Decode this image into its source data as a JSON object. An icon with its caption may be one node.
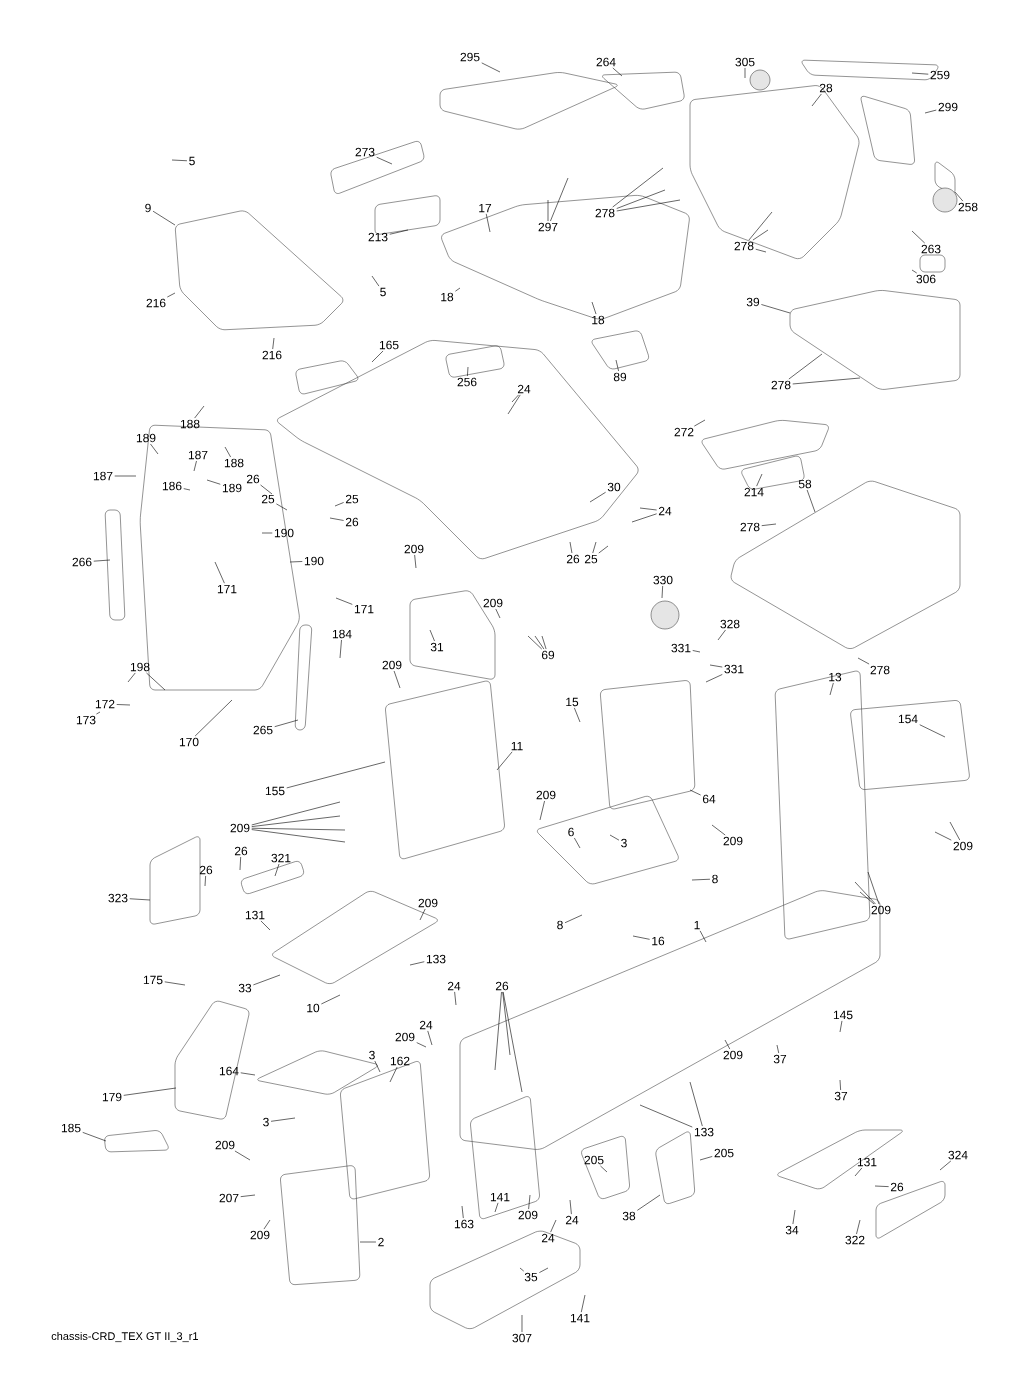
{
  "diagram": {
    "caption": "chassis-CRD_TEX GT II_3_r1",
    "nodes": [
      {
        "text": [
          "305"
        ]
      },
      {
        "text": [
          "259"
        ]
      },
      {
        "text": [
          "264"
        ]
      },
      {
        "text": [
          "295"
        ]
      },
      {
        "text": [
          "28"
        ]
      },
      {
        "text": [
          "299"
        ]
      },
      {
        "text": [
          "273"
        ]
      },
      {
        "text": [
          "278"
        ]
      },
      {
        "text": [
          "297"
        ]
      },
      {
        "text": [
          "5"
        ]
      },
      {
        "text": [
          "9"
        ]
      },
      {
        "text": [
          "17"
        ]
      },
      {
        "text": [
          "213"
        ]
      },
      {
        "text": [
          "258"
        ]
      },
      {
        "text": [
          "263"
        ]
      },
      {
        "text": [
          "306"
        ]
      },
      {
        "text": [
          "278"
        ]
      },
      {
        "text": [
          "216"
        ]
      },
      {
        "text": [
          "5"
        ]
      },
      {
        "text": [
          "18"
        ]
      },
      {
        "text": [
          "39"
        ]
      },
      {
        "text": [
          "216"
        ]
      },
      {
        "text": [
          "165"
        ]
      },
      {
        "text": [
          "256"
        ]
      },
      {
        "text": [
          "24"
        ]
      },
      {
        "text": [
          "18"
        ]
      },
      {
        "text": [
          "278"
        ]
      },
      {
        "text": [
          "89"
        ]
      },
      {
        "text": [
          "272"
        ]
      },
      {
        "text": [
          "214"
        ]
      },
      {
        "text": [
          "58"
        ]
      },
      {
        "text": [
          "30"
        ]
      },
      {
        "text": [
          "24"
        ]
      },
      {
        "text": [
          "189"
        ]
      },
      {
        "text": [
          "188"
        ]
      },
      {
        "text": [
          "187"
        ]
      },
      {
        "text": [
          "186"
        ]
      },
      {
        "text": [
          "187"
        ]
      },
      {
        "text": [
          "188"
        ]
      },
      {
        "text": [
          "189"
        ]
      },
      {
        "text": [
          "26"
        ]
      },
      {
        "text": [
          "25"
        ]
      },
      {
        "text": [
          "25"
        ]
      },
      {
        "text": [
          "26"
        ]
      },
      {
        "text": [
          "190"
        ]
      },
      {
        "text": [
          "190"
        ]
      },
      {
        "text": [
          "266"
        ]
      },
      {
        "text": [
          "171"
        ]
      },
      {
        "text": [
          "171"
        ]
      },
      {
        "text": [
          "209"
        ]
      },
      {
        "text": [
          "26"
        ]
      },
      {
        "text": [
          "25"
        ]
      },
      {
        "text": [
          "209"
        ]
      },
      {
        "text": [
          "31"
        ]
      },
      {
        "text": [
          "69"
        ]
      },
      {
        "text": [
          "330"
        ]
      },
      {
        "text": [
          "278"
        ]
      },
      {
        "text": [
          "278"
        ]
      },
      {
        "text": [
          "328"
        ]
      },
      {
        "text": [
          "331"
        ]
      },
      {
        "text": [
          "331"
        ]
      },
      {
        "text": [
          "184"
        ]
      },
      {
        "text": [
          "198"
        ]
      },
      {
        "text": [
          "173"
        ]
      },
      {
        "text": [
          "172"
        ]
      },
      {
        "text": [
          "170"
        ]
      },
      {
        "text": [
          "265"
        ]
      },
      {
        "text": [
          "209"
        ]
      },
      {
        "text": [
          "155"
        ]
      },
      {
        "text": [
          "11"
        ]
      },
      {
        "text": [
          "209"
        ]
      },
      {
        "text": [
          "15"
        ]
      },
      {
        "text": [
          "64"
        ]
      },
      {
        "text": [
          "13"
        ]
      },
      {
        "text": [
          "154"
        ]
      },
      {
        "text": [
          "209"
        ]
      },
      {
        "text": [
          "209"
        ]
      },
      {
        "text": [
          "6"
        ]
      },
      {
        "text": [
          "3"
        ]
      },
      {
        "text": [
          "209"
        ]
      },
      {
        "text": [
          "209"
        ]
      },
      {
        "text": [
          "8"
        ]
      },
      {
        "text": [
          "8"
        ]
      },
      {
        "text": [
          "16"
        ]
      },
      {
        "text": [
          "1"
        ]
      },
      {
        "text": [
          "26"
        ]
      },
      {
        "text": [
          "26"
        ]
      },
      {
        "text": [
          "321"
        ]
      },
      {
        "text": [
          "323"
        ]
      },
      {
        "text": [
          "209"
        ]
      },
      {
        "text": [
          "131"
        ]
      },
      {
        "text": [
          "133"
        ]
      },
      {
        "text": [
          "33"
        ]
      },
      {
        "text": [
          "10"
        ]
      },
      {
        "text": [
          "175"
        ]
      },
      {
        "text": [
          "3"
        ]
      },
      {
        "text": [
          "162"
        ]
      },
      {
        "text": [
          "164"
        ]
      },
      {
        "text": [
          "209"
        ]
      },
      {
        "text": [
          "24"
        ]
      },
      {
        "text": [
          "24"
        ]
      },
      {
        "text": [
          "26"
        ]
      },
      {
        "text": [
          "179"
        ]
      },
      {
        "text": [
          "185"
        ]
      },
      {
        "text": [
          "3"
        ]
      },
      {
        "text": [
          "145"
        ]
      },
      {
        "text": [
          "37"
        ]
      },
      {
        "text": [
          "37"
        ]
      },
      {
        "text": [
          "209"
        ]
      },
      {
        "text": [
          "133"
        ]
      },
      {
        "text": [
          "205"
        ]
      },
      {
        "text": [
          "205"
        ]
      },
      {
        "text": [
          "38"
        ]
      },
      {
        "text": [
          "34"
        ]
      },
      {
        "text": [
          "131"
        ]
      },
      {
        "text": [
          "26"
        ]
      },
      {
        "text": [
          "324"
        ]
      },
      {
        "text": [
          "322"
        ]
      },
      {
        "text": [
          "209"
        ]
      },
      {
        "text": [
          "207"
        ]
      },
      {
        "text": [
          "209"
        ]
      },
      {
        "text": [
          "2"
        ]
      },
      {
        "text": [
          "163"
        ]
      },
      {
        "text": [
          "141"
        ]
      },
      {
        "text": [
          "209"
        ]
      },
      {
        "text": [
          "24"
        ]
      },
      {
        "text": [
          "24"
        ]
      },
      {
        "text": [
          "35"
        ]
      },
      {
        "text": [
          "307"
        ]
      },
      {
        "text": [
          "141"
        ]
      }
    ],
    "edges": [
      {
        "from": 0,
        "to": null,
        "arrow": "none"
      },
      {
        "from": 1,
        "to": null,
        "arrow": "none"
      },
      {
        "from": 2,
        "to": null,
        "arrow": "none"
      },
      {
        "from": 3,
        "to": null,
        "arrow": "none"
      },
      {
        "from": 4,
        "to": null,
        "arrow": "none"
      },
      {
        "from": 5,
        "to": null,
        "arrow": "none"
      },
      {
        "from": 6,
        "to": null,
        "arrow": "none"
      },
      {
        "from": 7,
        "to": null,
        "arrow": "none"
      },
      {
        "from": 7,
        "to": null,
        "arrow": "none"
      },
      {
        "from": 7,
        "to": null,
        "arrow": "none"
      },
      {
        "from": 8,
        "to": null,
        "arrow": "none"
      },
      {
        "from": 8,
        "to": null,
        "arrow": "none"
      },
      {
        "from": 9,
        "to": null,
        "arrow": "none"
      },
      {
        "from": 10,
        "to": null,
        "arrow": "none"
      },
      {
        "from": 11,
        "to": null,
        "arrow": "none"
      },
      {
        "from": 12,
        "to": null,
        "arrow": "none"
      },
      {
        "from": 13,
        "to": null,
        "arrow": "none"
      },
      {
        "from": 14,
        "to": null,
        "arrow": "none"
      },
      {
        "from": 15,
        "to": null,
        "arrow": "none"
      },
      {
        "from": 16,
        "to": null,
        "arrow": "none"
      },
      {
        "from": 16,
        "to": null,
        "arrow": "none"
      },
      {
        "from": 16,
        "to": null,
        "arrow": "none"
      },
      {
        "from": 17,
        "to": null,
        "arrow": "none"
      },
      {
        "from": 18,
        "to": null,
        "arrow": "none"
      },
      {
        "from": 19,
        "to": null,
        "arrow": "none"
      },
      {
        "from": 20,
        "to": null,
        "arrow": "none"
      },
      {
        "from": 21,
        "to": null,
        "arrow": "none"
      },
      {
        "from": 22,
        "to": null,
        "arrow": "none"
      },
      {
        "from": 23,
        "to": null,
        "arrow": "none"
      },
      {
        "from": 24,
        "to": null,
        "arrow": "none"
      },
      {
        "from": 24,
        "to": null,
        "arrow": "none"
      },
      {
        "from": 25,
        "to": null,
        "arrow": "none"
      },
      {
        "from": 26,
        "to": null,
        "arrow": "none"
      },
      {
        "from": 26,
        "to": null,
        "arrow": "none"
      },
      {
        "from": 27,
        "to": null,
        "arrow": "none"
      },
      {
        "from": 28,
        "to": null,
        "arrow": "none"
      },
      {
        "from": 29,
        "to": null,
        "arrow": "none"
      },
      {
        "from": 30,
        "to": null,
        "arrow": "none"
      },
      {
        "from": 31,
        "to": null,
        "arrow": "none"
      },
      {
        "from": 32,
        "to": null,
        "arrow": "none"
      },
      {
        "from": 32,
        "to": null,
        "arrow": "none"
      },
      {
        "from": 33,
        "to": null,
        "arrow": "none"
      },
      {
        "from": 34,
        "to": null,
        "arrow": "none"
      },
      {
        "from": 35,
        "to": null,
        "arrow": "none"
      },
      {
        "from": 36,
        "to": null,
        "arrow": "none"
      },
      {
        "from": 37,
        "to": null,
        "arrow": "none"
      },
      {
        "from": 38,
        "to": null,
        "arrow": "none"
      },
      {
        "from": 39,
        "to": null,
        "arrow": "none"
      },
      {
        "from": 40,
        "to": null,
        "arrow": "none"
      },
      {
        "from": 41,
        "to": null,
        "arrow": "none"
      },
      {
        "from": 42,
        "to": null,
        "arrow": "none"
      },
      {
        "from": 43,
        "to": null,
        "arrow": "none"
      },
      {
        "from": 44,
        "to": null,
        "arrow": "none"
      },
      {
        "from": 45,
        "to": null,
        "arrow": "none"
      },
      {
        "from": 46,
        "to": null,
        "arrow": "none"
      },
      {
        "from": 47,
        "to": null,
        "arrow": "none"
      },
      {
        "from": 48,
        "to": null,
        "arrow": "none"
      },
      {
        "from": 49,
        "to": null,
        "arrow": "none"
      },
      {
        "from": 50,
        "to": null,
        "arrow": "none"
      },
      {
        "from": 51,
        "to": null,
        "arrow": "none"
      },
      {
        "from": 51,
        "to": null,
        "arrow": "none"
      },
      {
        "from": 52,
        "to": null,
        "arrow": "none"
      },
      {
        "from": 53,
        "to": null,
        "arrow": "none"
      },
      {
        "from": 54,
        "to": null,
        "arrow": "none"
      },
      {
        "from": 54,
        "to": null,
        "arrow": "none"
      },
      {
        "from": 54,
        "to": null,
        "arrow": "none"
      },
      {
        "from": 55,
        "to": null,
        "arrow": "none"
      },
      {
        "from": 56,
        "to": null,
        "arrow": "none"
      },
      {
        "from": 57,
        "to": null,
        "arrow": "none"
      },
      {
        "from": 58,
        "to": null,
        "arrow": "none"
      },
      {
        "from": 59,
        "to": null,
        "arrow": "none"
      },
      {
        "from": 60,
        "to": null,
        "arrow": "none"
      },
      {
        "from": 60,
        "to": null,
        "arrow": "none"
      },
      {
        "from": 61,
        "to": null,
        "arrow": "none"
      },
      {
        "from": 62,
        "to": null,
        "arrow": "none"
      },
      {
        "from": 62,
        "to": null,
        "arrow": "none"
      },
      {
        "from": 63,
        "to": null,
        "arrow": "none"
      },
      {
        "from": 64,
        "to": null,
        "arrow": "none"
      },
      {
        "from": 65,
        "to": null,
        "arrow": "none"
      },
      {
        "from": 66,
        "to": null,
        "arrow": "none"
      },
      {
        "from": 67,
        "to": null,
        "arrow": "none"
      },
      {
        "from": 68,
        "to": null,
        "arrow": "none"
      },
      {
        "from": 69,
        "to": null,
        "arrow": "none"
      },
      {
        "from": 70,
        "to": null,
        "arrow": "none"
      },
      {
        "from": 70,
        "to": null,
        "arrow": "none"
      },
      {
        "from": 70,
        "to": null,
        "arrow": "none"
      },
      {
        "from": 70,
        "to": null,
        "arrow": "none"
      },
      {
        "from": 71,
        "to": null,
        "arrow": "none"
      },
      {
        "from": 72,
        "to": null,
        "arrow": "none"
      },
      {
        "from": 73,
        "to": null,
        "arrow": "none"
      },
      {
        "from": 74,
        "to": null,
        "arrow": "none"
      },
      {
        "from": 75,
        "to": null,
        "arrow": "none"
      },
      {
        "from": 76,
        "to": null,
        "arrow": "none"
      },
      {
        "from": 77,
        "to": null,
        "arrow": "none"
      },
      {
        "from": 78,
        "to": null,
        "arrow": "none"
      },
      {
        "from": 79,
        "to": null,
        "arrow": "none"
      },
      {
        "from": 79,
        "to": null,
        "arrow": "none"
      },
      {
        "from": 80,
        "to": null,
        "arrow": "none"
      },
      {
        "from": 80,
        "to": null,
        "arrow": "none"
      },
      {
        "from": 80,
        "to": null,
        "arrow": "none"
      },
      {
        "from": 81,
        "to": null,
        "arrow": "none"
      },
      {
        "from": 82,
        "to": null,
        "arrow": "none"
      },
      {
        "from": 83,
        "to": null,
        "arrow": "none"
      },
      {
        "from": 84,
        "to": null,
        "arrow": "none"
      },
      {
        "from": 85,
        "to": null,
        "arrow": "none"
      },
      {
        "from": 86,
        "to": null,
        "arrow": "none"
      },
      {
        "from": 87,
        "to": null,
        "arrow": "none"
      },
      {
        "from": 88,
        "to": null,
        "arrow": "none"
      },
      {
        "from": 89,
        "to": null,
        "arrow": "none"
      },
      {
        "from": 90,
        "to": null,
        "arrow": "none"
      },
      {
        "from": 91,
        "to": null,
        "arrow": "none"
      },
      {
        "from": 92,
        "to": null,
        "arrow": "none"
      },
      {
        "from": 93,
        "to": null,
        "arrow": "none"
      },
      {
        "from": 94,
        "to": null,
        "arrow": "none"
      },
      {
        "from": 95,
        "to": null,
        "arrow": "none"
      },
      {
        "from": 96,
        "to": null,
        "arrow": "none"
      },
      {
        "from": 97,
        "to": null,
        "arrow": "none"
      },
      {
        "from": 98,
        "to": null,
        "arrow": "none"
      },
      {
        "from": 99,
        "to": null,
        "arrow": "none"
      },
      {
        "from": 100,
        "to": null,
        "arrow": "none"
      },
      {
        "from": 101,
        "to": null,
        "arrow": "none"
      },
      {
        "from": 101,
        "to": null,
        "arrow": "none"
      },
      {
        "from": 101,
        "to": null,
        "arrow": "none"
      },
      {
        "from": 102,
        "to": null,
        "arrow": "none"
      },
      {
        "from": 103,
        "to": null,
        "arrow": "none"
      },
      {
        "from": 104,
        "to": null,
        "arrow": "none"
      },
      {
        "from": 105,
        "to": null,
        "arrow": "none"
      },
      {
        "from": 106,
        "to": null,
        "arrow": "none"
      },
      {
        "from": 107,
        "to": null,
        "arrow": "none"
      },
      {
        "from": 108,
        "to": null,
        "arrow": "none"
      },
      {
        "from": 109,
        "to": null,
        "arrow": "none"
      },
      {
        "from": 109,
        "to": null,
        "arrow": "none"
      },
      {
        "from": 110,
        "to": null,
        "arrow": "none"
      },
      {
        "from": 111,
        "to": null,
        "arrow": "none"
      },
      {
        "from": 112,
        "to": null,
        "arrow": "none"
      },
      {
        "from": 113,
        "to": null,
        "arrow": "none"
      },
      {
        "from": 114,
        "to": null,
        "arrow": "none"
      },
      {
        "from": 115,
        "to": null,
        "arrow": "none"
      },
      {
        "from": 116,
        "to": null,
        "arrow": "none"
      },
      {
        "from": 117,
        "to": null,
        "arrow": "none"
      },
      {
        "from": 118,
        "to": null,
        "arrow": "none"
      },
      {
        "from": 119,
        "to": null,
        "arrow": "none"
      },
      {
        "from": 120,
        "to": null,
        "arrow": "none"
      },
      {
        "from": 121,
        "to": null,
        "arrow": "none"
      },
      {
        "from": 122,
        "to": null,
        "arrow": "none"
      },
      {
        "from": 123,
        "to": null,
        "arrow": "none"
      },
      {
        "from": 124,
        "to": null,
        "arrow": "none"
      },
      {
        "from": 125,
        "to": null,
        "arrow": "none"
      },
      {
        "from": 126,
        "to": null,
        "arrow": "none"
      },
      {
        "from": 127,
        "to": null,
        "arrow": "none"
      },
      {
        "from": 127,
        "to": null,
        "arrow": "none"
      },
      {
        "from": 128,
        "to": null,
        "arrow": "none"
      },
      {
        "from": 129,
        "to": null,
        "arrow": "none"
      }
    ]
  }
}
